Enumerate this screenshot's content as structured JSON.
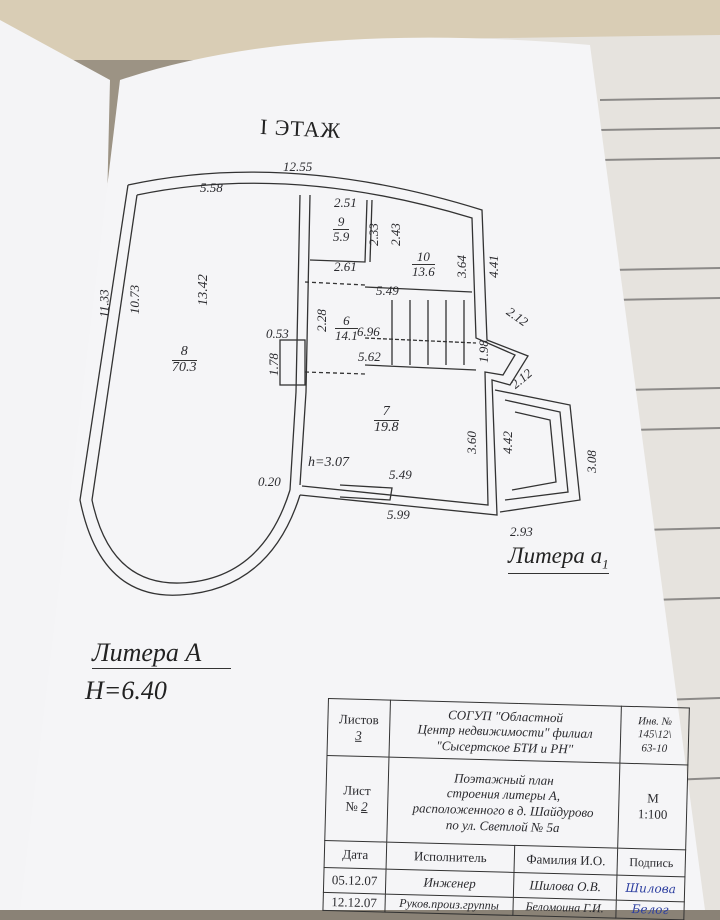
{
  "plan": {
    "floor_title": "I ЭТАЖ",
    "dimensions": {
      "total_top": "12.55",
      "top_left": "5.58",
      "r9_top": "2.51",
      "r9_side_a": "2.33",
      "r9_side_b": "2.43",
      "r9_bottom": "2.61",
      "r10_side": "3.64",
      "outer_right": "4.41",
      "r6_top": "5.49",
      "r8_height": "13.42",
      "left_inner": "10.73",
      "left_outer": "11.33",
      "r6_side": "2.28",
      "r6_length": "6.96",
      "chimney_w": "0.53",
      "chimney_h": "1.78",
      "r6_bottom": "5.62",
      "bay_side": "1.98",
      "bay_a": "2.12",
      "bay_b": "2.12",
      "r7_side": "3.60",
      "porch_side": "4.42",
      "porch_outer": "3.08",
      "height": "h=3.07",
      "r7_bottom": "5.49",
      "wall": "0.20",
      "bottom_outer": "5.99",
      "porch_bottom": "2.93"
    },
    "rooms": [
      {
        "number": "8",
        "area": "70.3"
      },
      {
        "number": "9",
        "area": "5.9"
      },
      {
        "number": "10",
        "area": "13.6"
      },
      {
        "number": "6",
        "area": "14.1"
      },
      {
        "number": "7",
        "area": "19.8"
      }
    ],
    "litera_a1": "Литера а",
    "litera_a1_sub": "1",
    "litera_a": "Литера А",
    "litera_a_height": "Н=6.40"
  },
  "stamp": {
    "sheets_label": "Листов",
    "sheets_value": "3",
    "org_line1": "СОГУП \"Областной",
    "org_line2": "Центр недвижимости\" филиал",
    "org_line3": "\"Сысертское БТИ и РН\"",
    "inv_label": "Инв. №",
    "inv_value1": "145\\12\\",
    "inv_value2": "63-10",
    "sheet_label": "Лист",
    "sheet_no_label": "№",
    "sheet_value": "2",
    "doc_line1": "Поэтажный план",
    "doc_line2": "строения литеры А,",
    "doc_line3": "расположенного в д. Шайдурово",
    "doc_line4": "по ул. Светлой № 5а",
    "scale_label": "М",
    "scale_value": "1:100",
    "headers": [
      "Дата",
      "Исполнитель",
      "Фамилия И.О.",
      "Подпись"
    ],
    "rows": [
      {
        "date": "05.12.07",
        "role": "Инженер",
        "name": "Шилова О.В.",
        "signature": "Шилова"
      },
      {
        "date": "12.12.07",
        "role": "Руков.произ.группы",
        "name": "Беломоина Г.И.",
        "signature": "Белог"
      }
    ]
  }
}
